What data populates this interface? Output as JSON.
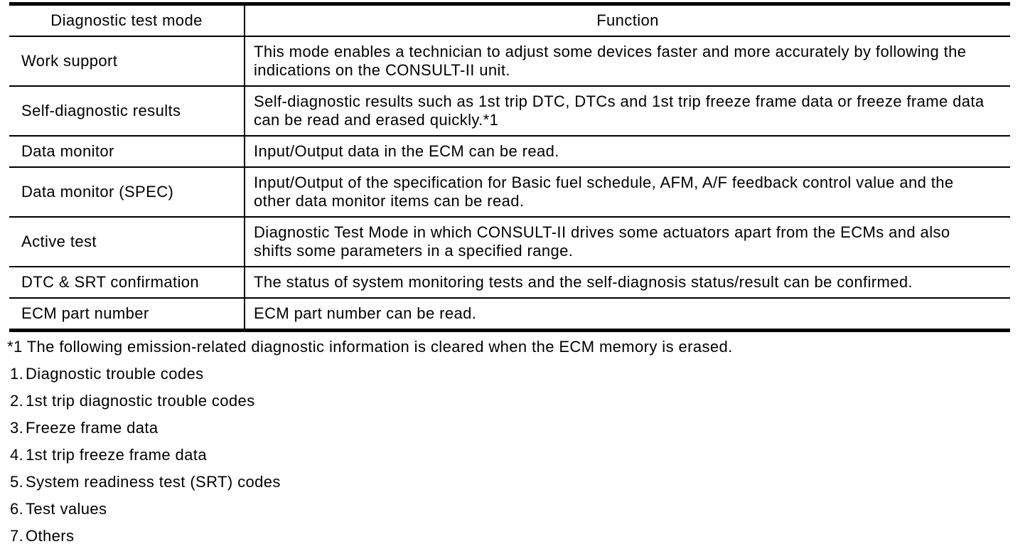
{
  "document": {
    "table": {
      "col_headers": [
        "Diagnostic test mode",
        "Function"
      ],
      "rows": [
        {
          "mode": "Work support",
          "function": "This mode enables a technician to adjust some devices faster and more accurately by following the indications on the CONSULT-II unit."
        },
        {
          "mode": "Self-diagnostic results",
          "function": "Self-diagnostic results such as 1st trip DTC, DTCs and 1st trip freeze frame data or freeze frame data can be read and erased quickly.*1"
        },
        {
          "mode": "Data monitor",
          "function": "Input/Output data in the ECM can be read."
        },
        {
          "mode": "Data monitor (SPEC)",
          "function": "Input/Output of the specification for Basic fuel schedule, AFM, A/F feedback control value and the other data monitor items can be read."
        },
        {
          "mode": "Active test",
          "function": "Diagnostic Test Mode in which CONSULT-II drives some actuators apart from the ECMs and also shifts some parameters in a specified range."
        },
        {
          "mode": "DTC & SRT confirmation",
          "function": "The status of system monitoring tests and the self-diagnosis status/result can be confirmed."
        },
        {
          "mode": "ECM part number",
          "function": "ECM part number can be read."
        }
      ]
    },
    "footnote": "*1 The following emission-related diagnostic information is cleared when the ECM memory is erased.",
    "list": [
      {
        "num": "1.",
        "text": "Diagnostic trouble codes"
      },
      {
        "num": "2.",
        "text": "1st trip diagnostic trouble codes"
      },
      {
        "num": "3.",
        "text": "Freeze frame data"
      },
      {
        "num": "4.",
        "text": "1st trip freeze frame data"
      },
      {
        "num": "5.",
        "text": "System readiness test (SRT) codes"
      },
      {
        "num": "6.",
        "text": "Test values"
      },
      {
        "num": "7.",
        "text": "Others"
      }
    ],
    "colors": {
      "text": "#000000",
      "background": "#ffffff",
      "border": "#000000"
    }
  }
}
